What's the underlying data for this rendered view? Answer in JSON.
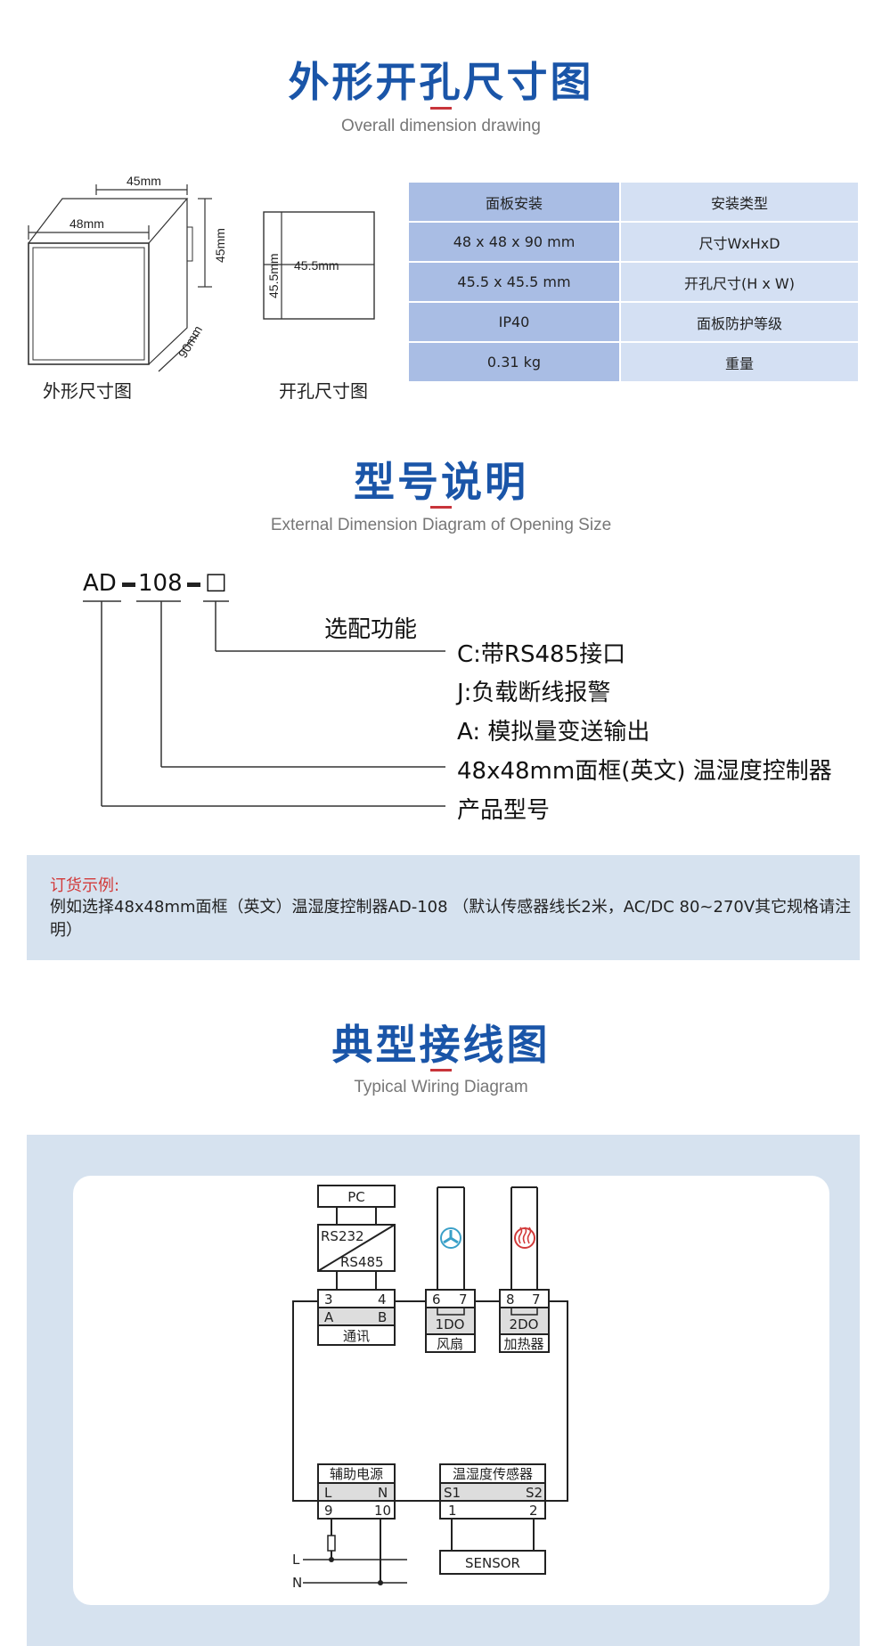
{
  "section1": {
    "title": "外形开孔尺寸图",
    "subtitle": "Overall dimension drawing",
    "outline": {
      "label": "外形尺寸图",
      "dims": {
        "top": "45mm",
        "front": "48mm",
        "height": "45mm",
        "depth": "90mm"
      }
    },
    "cutout": {
      "label": "开孔尺寸图",
      "dims": {
        "height": "45.5mm",
        "width": "45.5mm"
      }
    },
    "table": [
      [
        "面板安装",
        "安装类型"
      ],
      [
        "48 x 48 x 90 mm",
        "尺寸WxHxD"
      ],
      [
        "45.5 x 45.5 mm",
        "开孔尺寸(H x W)"
      ],
      [
        "IP40",
        "面板防护等级"
      ],
      [
        "0.31 kg",
        "重量"
      ]
    ]
  },
  "section2": {
    "title": "型号说明",
    "subtitle": "External Dimension Diagram of Opening Size",
    "model": {
      "part1": "AD",
      "part2": "108",
      "part3": "□"
    },
    "optional_label": "选配功能",
    "options": [
      "C:带RS485接口",
      "J:负载断线报警",
      "A: 模拟量变送输出",
      "48x48mm面框(英文)  温湿度控制器",
      "产品型号"
    ]
  },
  "order": {
    "title": "订货示例:",
    "text": "例如选择48x48mm面框（英文）温湿度控制器AD-108 （默认传感器线长2米，AC/DC 80~270V其它规格请注明）"
  },
  "section3": {
    "title": "典型接线图",
    "subtitle": "Typical Wiring Diagram",
    "diagram": {
      "pc": "PC",
      "rs232": "RS232",
      "rs485": "RS485",
      "comm_terms": [
        "3",
        "4"
      ],
      "comm_ab": [
        "A",
        "B"
      ],
      "comm_label": "通讯",
      "do1_terms": [
        "6",
        "7"
      ],
      "do1_name": "1DO",
      "do1_label": "风扇",
      "do2_terms": [
        "8",
        "7"
      ],
      "do2_name": "2DO",
      "do2_label": "加热器",
      "aux_label": "辅助电源",
      "aux_ln": [
        "L",
        "N"
      ],
      "aux_terms": [
        "9",
        "10"
      ],
      "sensor_label": "温湿度传感器",
      "sensor_s": [
        "S1",
        "S2"
      ],
      "sensor_terms": [
        "1",
        "2"
      ],
      "sensor_box": "SENSOR",
      "line_L": "L",
      "line_N": "N"
    }
  },
  "colors": {
    "title_blue": "#1a55a8",
    "accent_red": "#c8343a",
    "table_dark": "#a9bde4",
    "table_light": "#d4e0f3",
    "panel_bg": "#d6e2ef"
  }
}
